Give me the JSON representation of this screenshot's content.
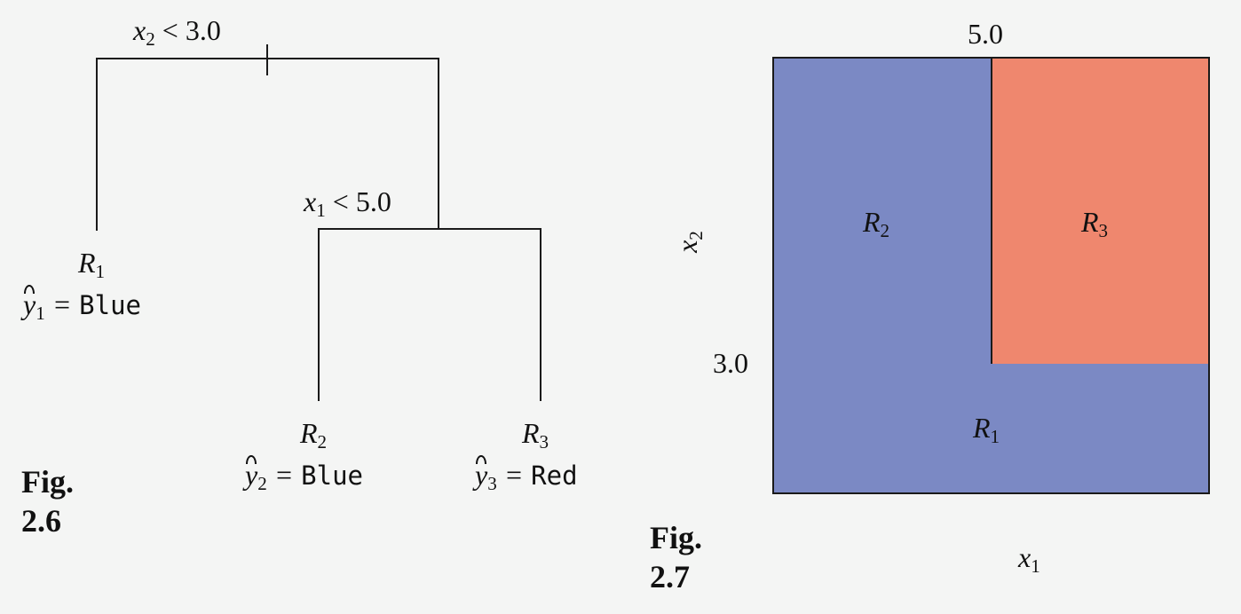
{
  "tree": {
    "root_split": {
      "var": "x",
      "sub": "2",
      "op": "<",
      "value": "3.0"
    },
    "inner_split": {
      "var": "x",
      "sub": "1",
      "op": "<",
      "value": "5.0"
    },
    "leaves": [
      {
        "region": "R",
        "region_sub": "1",
        "pred": "y",
        "pred_sub": "1",
        "eq": "=",
        "label": "Blue"
      },
      {
        "region": "R",
        "region_sub": "2",
        "pred": "y",
        "pred_sub": "2",
        "eq": "=",
        "label": "Blue"
      },
      {
        "region": "R",
        "region_sub": "3",
        "pred": "y",
        "pred_sub": "3",
        "eq": "=",
        "label": "Red"
      }
    ],
    "caption": {
      "line1": "Fig.",
      "line2": "2.6"
    }
  },
  "partition": {
    "top_tick": "5.0",
    "side_tick": "3.0",
    "xlabel": {
      "var": "x",
      "sub": "1"
    },
    "ylabel": {
      "var": "x",
      "sub": "2"
    },
    "regions": [
      {
        "name": "R",
        "sub": "1",
        "color": "#7b89c4"
      },
      {
        "name": "R",
        "sub": "2",
        "color": "#7b89c4"
      },
      {
        "name": "R",
        "sub": "3",
        "color": "#ef876e"
      }
    ],
    "caption": {
      "line1": "Fig.",
      "line2": "2.7"
    }
  }
}
